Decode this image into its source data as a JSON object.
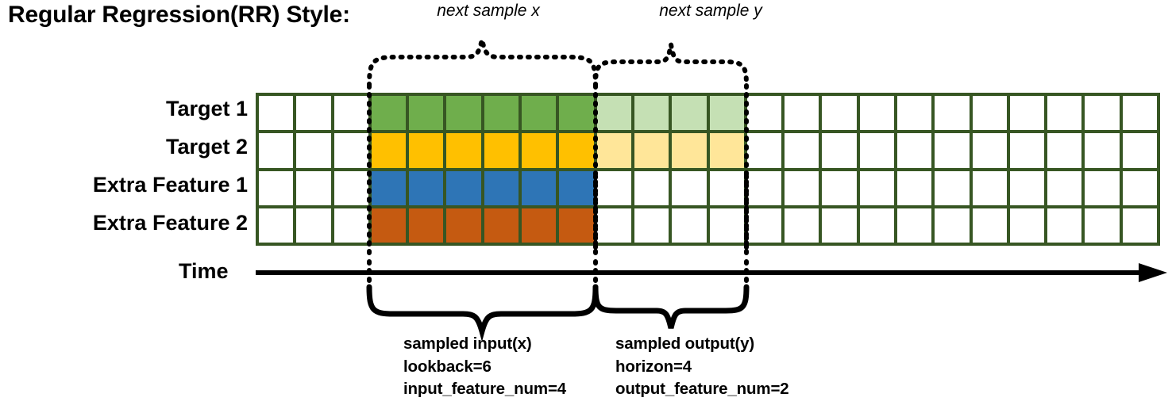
{
  "title": "Regular Regression(RR) Style:",
  "rows": [
    {
      "label": "Target 1",
      "color": "#6FAE4C",
      "light_color": "#C5E0B4"
    },
    {
      "label": "Target 2",
      "color": "#FFC000",
      "light_color": "#FFE699"
    },
    {
      "label": "Extra Feature 1",
      "color": "#2E75B6",
      "light_color": null
    },
    {
      "label": "Extra Feature 2",
      "color": "#C55A11",
      "light_color": null
    }
  ],
  "grid": {
    "total_columns": 24,
    "leading_blank_columns": 3,
    "input_columns": 6,
    "output_columns": 4,
    "trailing_blank_columns": 11,
    "border_color": "#375623",
    "empty_cell_color": "#FFFFFF"
  },
  "time_axis": {
    "label": "Time"
  },
  "top_annotations": [
    {
      "text": "next sample x"
    },
    {
      "text": "next sample y"
    }
  ],
  "bottom_annotations": [
    {
      "line1": "sampled input(x)",
      "line2": "lookback=6",
      "line3": "input_feature_num=4"
    },
    {
      "line1": "sampled output(y)",
      "line2": "horizon=4",
      "line3": "output_feature_num=2"
    }
  ]
}
